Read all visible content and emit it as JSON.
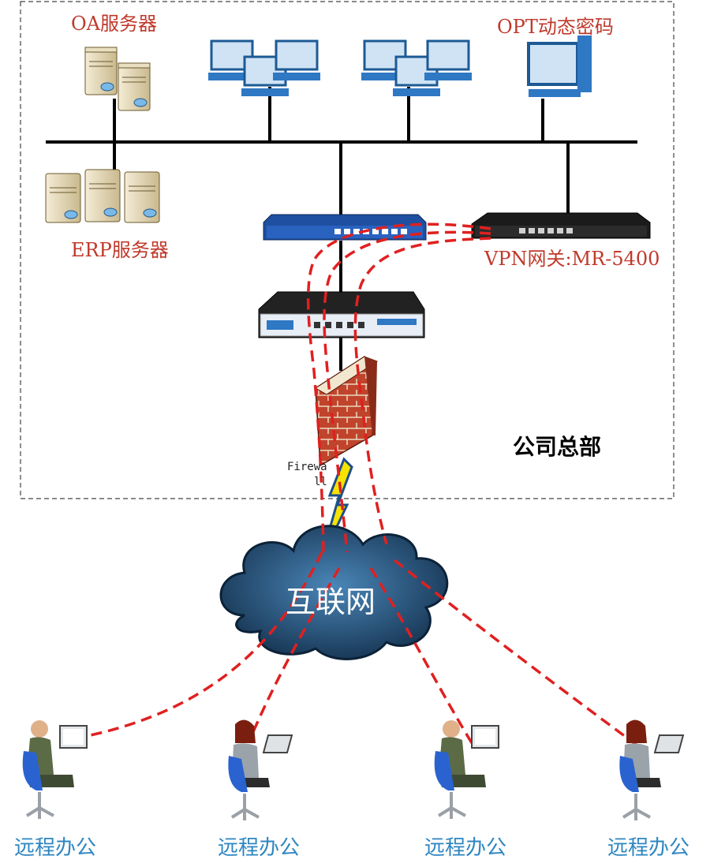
{
  "labels": {
    "oa_server": "OA服务器",
    "erp_server": "ERP服务器",
    "otp": "OPT动态密码",
    "vpn_gateway": "VPN网关:MR-5400",
    "headquarters": "公司总部",
    "internet": "互联网",
    "firewall_line1": "Firewa",
    "firewall_line2": "ll"
  },
  "remote_users": [
    {
      "label": "远程办公"
    },
    {
      "label": "远程办公"
    },
    {
      "label": "远程办公"
    },
    {
      "label": "远程办公"
    }
  ],
  "colors": {
    "tunnel": "#e02020",
    "label_red": "#c0392b",
    "label_blue": "#2e86c1",
    "cloud": "#1f4e79"
  }
}
